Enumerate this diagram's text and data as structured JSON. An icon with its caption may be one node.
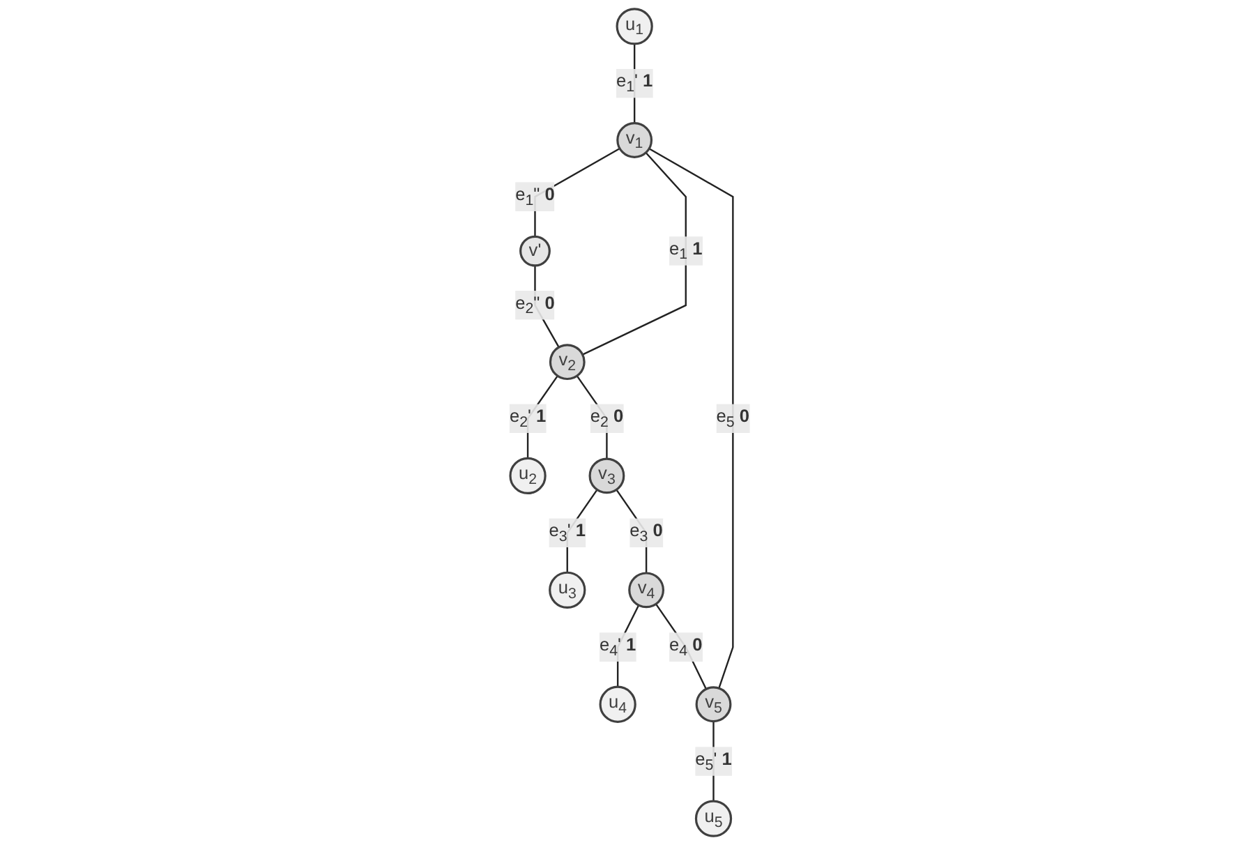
{
  "diagram": {
    "nodes": [
      {
        "text": [
          "u$_{1}$"
        ]
      },
      {
        "text": [
          "v'"
        ]
      },
      {
        "text": [
          "u$_{2}$"
        ]
      },
      {
        "text": [
          "v$_{1}$"
        ]
      },
      {
        "text": [
          "v$_{2}$"
        ]
      },
      {
        "text": [
          "v$_{5}$"
        ]
      },
      {
        "text": [
          "v$_{3}$"
        ]
      },
      {
        "text": [
          "u$_{5}$"
        ]
      },
      {
        "text": [
          "u$_{3}$"
        ]
      },
      {
        "text": [
          "v$_{4}$"
        ]
      },
      {
        "text": [
          "u$_{4}$"
        ]
      }
    ],
    "edges": [
      {
        "from": 0,
        "to": 3,
        "arrow": "none",
        "label": "e$_{1}$' **1**"
      },
      {
        "from": 3,
        "to": 1,
        "arrow": "none",
        "label": "e$_{1}$\" **0**"
      },
      {
        "from": 1,
        "to": 4,
        "arrow": "none",
        "label": "e$_{2}$\" **0**"
      },
      {
        "from": 4,
        "to": 2,
        "arrow": "none",
        "label": "e$_{2}$' **1**"
      },
      {
        "from": 3,
        "to": 4,
        "arrow": "none",
        "label": "e$_{1}$ **1**"
      },
      {
        "from": 4,
        "to": 6,
        "arrow": "none",
        "label": "e$_{2}$ **0**"
      },
      {
        "from": 6,
        "to": 8,
        "arrow": "none",
        "label": "e$_{3}$' **1**"
      },
      {
        "from": 6,
        "to": 9,
        "arrow": "none",
        "label": "e$_{3}$ **0**"
      },
      {
        "from": 9,
        "to": 10,
        "arrow": "none",
        "label": "e$_{4}$' **1**"
      },
      {
        "from": 9,
        "to": 5,
        "arrow": "none",
        "label": "e$_{4}$ **0**"
      },
      {
        "from": 5,
        "to": 7,
        "arrow": "none",
        "label": "e$_{5}$' **1**"
      },
      {
        "from": 5,
        "to": 3,
        "arrow": "none",
        "label": "e$_{5}$ **0**"
      }
    ]
  }
}
